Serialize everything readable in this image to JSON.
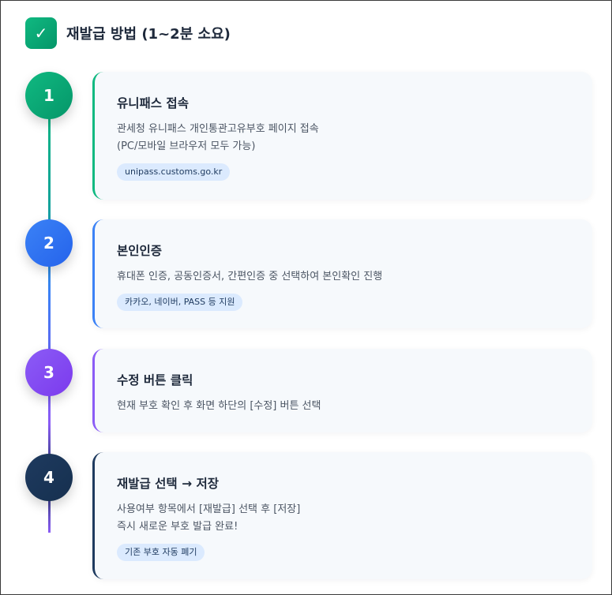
{
  "header": {
    "check_icon": "✓",
    "title": "재발급 방법 (1~2분 소요)"
  },
  "steps": [
    {
      "number": "1",
      "title": "유니패스 접속",
      "desc": "관세청 유니패스 개인통관고유부호 페이지 접속\n(PC/모바일 브라우저 모두 가능)",
      "tag": "unipass.customs.go.kr",
      "color": "#10b981"
    },
    {
      "number": "2",
      "title": "본인인증",
      "desc": "휴대폰 인증, 공동인증서, 간편인증 중 선택하여 본인확인 진행",
      "tag": "카카오, 네이버, PASS 등 지원",
      "color": "#3b82f6"
    },
    {
      "number": "3",
      "title": "수정 버튼 클릭",
      "desc": "현재 부호 확인 후 화면 하단의 [수정] 버튼 선택",
      "tag": "",
      "color": "#8b5cf6"
    },
    {
      "number": "4",
      "title": "재발급 선택 → 저장",
      "desc": "사용여부 항목에서 [재발급] 선택 후 [저장]\n즉시 새로운 부호 발급 완료!",
      "tag": "기존 부호 자동 폐기",
      "color": "#1e3a5f"
    }
  ]
}
